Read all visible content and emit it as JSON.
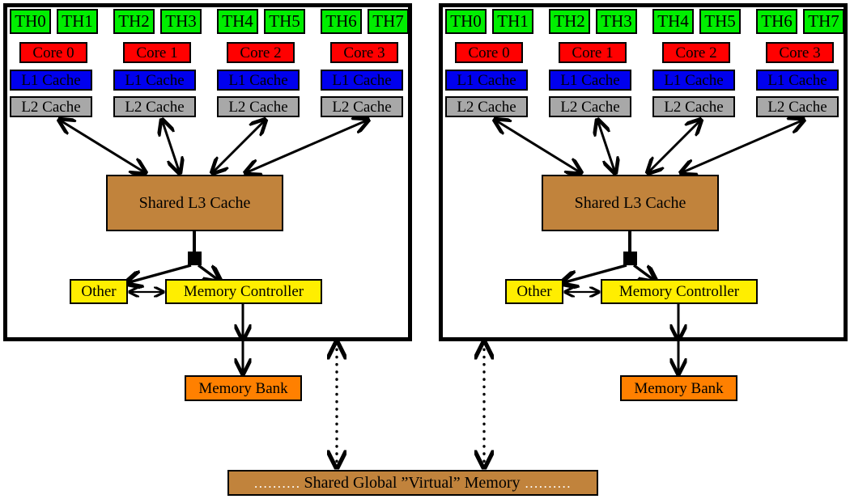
{
  "diagram": {
    "title": "Multi-socket CPU memory hierarchy diagram",
    "colors": {
      "thread": "#00ee00",
      "core": "#ff0000",
      "l1": "#0000ee",
      "l2": "#a8a8a8",
      "l3": "#c1833c",
      "controller": "#ffee00",
      "memory_bank": "#ff8000",
      "global_memory": "#c1833c",
      "outline": "#000000",
      "background": "#ffffff"
    },
    "packages": [
      {
        "id": "cpu-left",
        "threads": [
          "TH0",
          "TH1",
          "TH2",
          "TH3",
          "TH4",
          "TH5",
          "TH6",
          "TH7"
        ],
        "cores": [
          "Core 0",
          "Core 1",
          "Core 2",
          "Core 3"
        ],
        "l1_caches": [
          "L1 Cache",
          "L1 Cache",
          "L1 Cache",
          "L1 Cache"
        ],
        "l2_caches": [
          "L2 Cache",
          "L2 Cache",
          "L2 Cache",
          "L2 Cache"
        ],
        "l3_cache": "Shared L3 Cache",
        "other": "Other",
        "memory_controller": "Memory Controller",
        "memory_bank": "Memory Bank"
      },
      {
        "id": "cpu-right",
        "threads": [
          "TH0",
          "TH1",
          "TH2",
          "TH3",
          "TH4",
          "TH5",
          "TH6",
          "TH7"
        ],
        "cores": [
          "Core 0",
          "Core 1",
          "Core 2",
          "Core 3"
        ],
        "l1_caches": [
          "L1 Cache",
          "L1 Cache",
          "L1 Cache",
          "L1 Cache"
        ],
        "l2_caches": [
          "L2 Cache",
          "L2 Cache",
          "L2 Cache",
          "L2 Cache"
        ],
        "l3_cache": "Shared L3 Cache",
        "other": "Other",
        "memory_controller": "Memory Controller",
        "memory_bank": "Memory Bank"
      }
    ],
    "global_memory": {
      "leader_left": "..........",
      "label": "Shared Global ”Virtual” Memory",
      "leader_right": ".........."
    }
  }
}
